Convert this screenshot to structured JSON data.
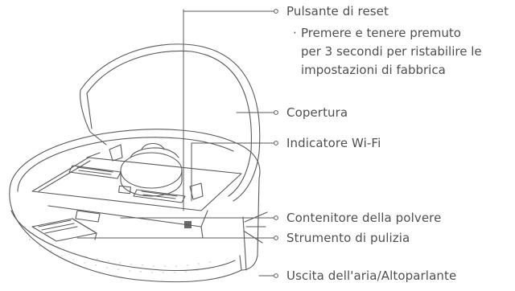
{
  "callouts": [
    {
      "id": "reset",
      "label": "Pulsante di reset"
    },
    {
      "id": "cover",
      "label": "Copertura"
    },
    {
      "id": "wifi",
      "label": "Indicatore Wi-Fi"
    },
    {
      "id": "dustbin",
      "label": "Contenitore della polvere"
    },
    {
      "id": "tool",
      "label": "Strumento di pulizia"
    },
    {
      "id": "air",
      "label": "Uscita dell'aria/Altoparlante"
    }
  ],
  "reset_note": {
    "bullet": "·",
    "lines": [
      "Premere e tenere premuto",
      "per 3 secondi per ristabilire le",
      "impostazioni di fabbrica"
    ]
  },
  "colors": {
    "line": "#5a5a5a",
    "text": "#4f4f4f"
  }
}
